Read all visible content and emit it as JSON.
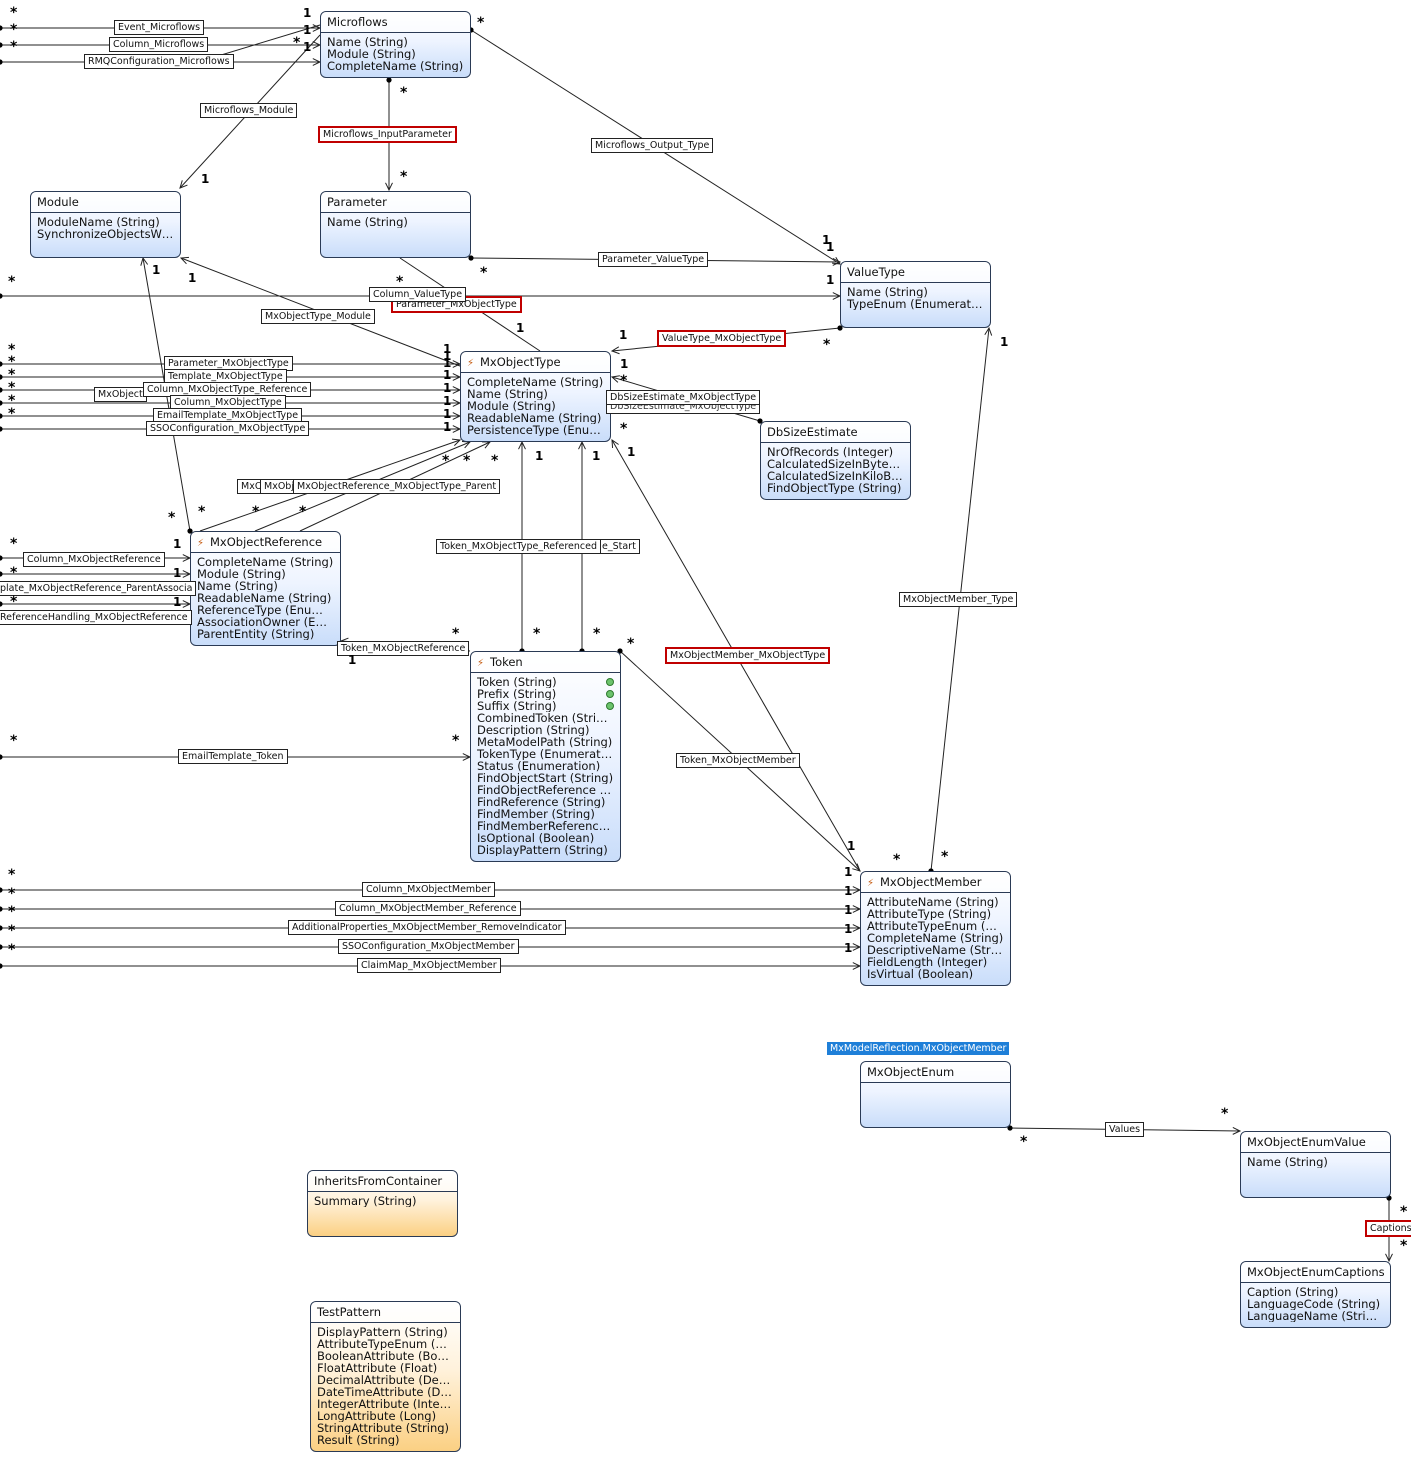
{
  "entities": {
    "microflows": {
      "name": "Microflows",
      "attrs": [
        "Name (String)",
        "Module (String)",
        "CompleteName (String)"
      ]
    },
    "module": {
      "name": "Module",
      "attrs": [
        "ModuleName (String)",
        "SynchronizeObjectsWit..."
      ]
    },
    "parameter": {
      "name": "Parameter",
      "attrs": [
        "Name (String)"
      ]
    },
    "valuetype": {
      "name": "ValueType",
      "attrs": [
        "Name (String)",
        "TypeEnum (Enumerati..."
      ]
    },
    "mxobjecttype": {
      "name": "MxObjectType",
      "attrs": [
        "CompleteName (String)",
        "Name (String)",
        "Module (String)",
        "ReadableName (String)",
        "PersistenceType (Enum..."
      ]
    },
    "dbsizeestimate": {
      "name": "DbSizeEstimate",
      "attrs": [
        "NrOfRecords (Integer)",
        "CalculatedSizeInBytes...",
        "CalculatedSizeInKiloBy...",
        "FindObjectType (String)"
      ]
    },
    "mxobjectreference": {
      "name": "MxObjectReference",
      "attrs": [
        "CompleteName (String)",
        "Module (String)",
        "Name (String)",
        "ReadableName (String)",
        "ReferenceType (Enume...",
        "AssociationOwner (Enu...",
        "ParentEntity (String)"
      ]
    },
    "token": {
      "name": "Token",
      "attrs": [
        "Token (String)",
        "Prefix (String)",
        "Suffix (String)",
        "CombinedToken (String)",
        "Description (String)",
        "MetaModelPath (String)",
        "TokenType (Enumerati...",
        "Status (Enumeration)",
        "FindObjectStart (String)",
        "FindObjectReference (...",
        "FindReference (String)",
        "FindMember (String)",
        "FindMemberReference...",
        "IsOptional (Boolean)",
        "DisplayPattern (String)"
      ]
    },
    "mxobjectmember": {
      "name": "MxObjectMember",
      "attrs": [
        "AttributeName (String)",
        "AttributeType (String)",
        "AttributeTypeEnum (En...",
        "CompleteName (String)",
        "DescriptiveName (Stri...",
        "FieldLength (Integer)",
        "IsVirtual (Boolean)"
      ]
    },
    "mxobjectenum": {
      "name": "MxObjectEnum",
      "attrs": [],
      "generalization": "MxModelReflection.MxObjectMember"
    },
    "mxobjectenumvalue": {
      "name": "MxObjectEnumValue",
      "attrs": [
        "Name (String)"
      ]
    },
    "mxobjectenumcaptions": {
      "name": "MxObjectEnumCaptions",
      "attrs": [
        "Caption (String)",
        "LanguageCode (String)",
        "LanguageName (String)"
      ]
    },
    "inheritsfromcontainer": {
      "name": "InheritsFromContainer",
      "attrs": [
        "Summary (String)"
      ]
    },
    "testpattern": {
      "name": "TestPattern",
      "attrs": [
        "DisplayPattern (String)",
        "AttributeTypeEnum (En...",
        "BooleanAttribute (Bool...",
        "FloatAttribute (Float)",
        "DecimalAttribute (Deci...",
        "DateTimeAttribute (Da...",
        "IntegerAttribute (Integ...",
        "LongAttribute (Long)",
        "StringAttribute (String)",
        "Result (String)"
      ]
    }
  },
  "associations": {
    "event_microflows": "Event_Microflows",
    "column_microflows": "Column_Microflows",
    "rmqconfiguration_microflows": "RMQConfiguration_Microflows",
    "microflows_module": "Microflows_Module",
    "microflows_inputparameter": "Microflows_InputParameter",
    "microflows_output_type": "Microflows_Output_Type",
    "parameter_valuetype": "Parameter_ValueType",
    "column_valuetype": "Column_ValueType",
    "parameter_mxobjecttype": "Parameter_MxObjectType",
    "mxobjecttype_module": "MxObjectType_Module",
    "valuetype_mxobjecttype": "ValueType_MxObjectType",
    "parameter_mxobjecttype_2": "Parameter_MxObjectType",
    "template_mxobjecttype": "Template_MxObjectType",
    "column_mxobjecttype_reference": "Column_MxObjectType_Reference",
    "mxobject_partial": "MxObject",
    "column_mxobjecttype": "Column_MxObjectType",
    "emailtemplate_mxobjecttype": "EmailTemplate_MxObjectType",
    "ssoconfiguration_mxobjecttype": "SSOConfiguration_MxObjectType",
    "dbsizeestimate_mxobjecttype": "DbSizeEstimate_MxObjectType",
    "dbsize_hidden": "DbSizeEstimate_MxObjectType",
    "mxo_partial": "MxO",
    "mxobj_partial": "MxObj",
    "mxobjectreference_mxobjecttype_parent": "MxObjectReference_MxObjectType_Parent",
    "column_mxobjectreference": "Column_MxObjectReference",
    "template_mxobjectreference_parentassoc": "plate_MxObjectReference_ParentAssocia",
    "referencehandling_mxobjectreference": "ReferenceHandling_MxObjectReference",
    "token_mxobjecttype_referenced": "Token_MxObjectType_Referenced",
    "token_start_partial": "e_Start",
    "token_mxobjectreference": "Token_MxObjectReference",
    "mxobjectmember_mxobjecttype": "MxObjectMember_MxObjectType",
    "mxobjectmember_type": "MxObjectMember_Type",
    "emailtemplate_token": "EmailTemplate_Token",
    "token_mxobjectmember": "Token_MxObjectMember",
    "column_mxobjectmember": "Column_MxObjectMember",
    "column_mxobjectmember_reference": "Column_MxObjectMember_Reference",
    "additionalproperties_removeindicator": "AdditionalProperties_MxObjectMember_RemoveIndicator",
    "ssoconfiguration_mxobjectmember": "SSOConfiguration_MxObjectMember",
    "claimmap_mxobjectmember": "ClaimMap_MxObjectMember",
    "values": "Values",
    "captions": "Captions"
  },
  "multiplicity": {
    "one": "1",
    "many": "*"
  },
  "colors": {
    "entity_border": "#2a3a55",
    "entity_blue": "#c9ddfa",
    "entity_orange": "#fbd083",
    "highlight_red": "#c00000",
    "tag_blue": "#1e7fd8",
    "line": "#222222"
  }
}
